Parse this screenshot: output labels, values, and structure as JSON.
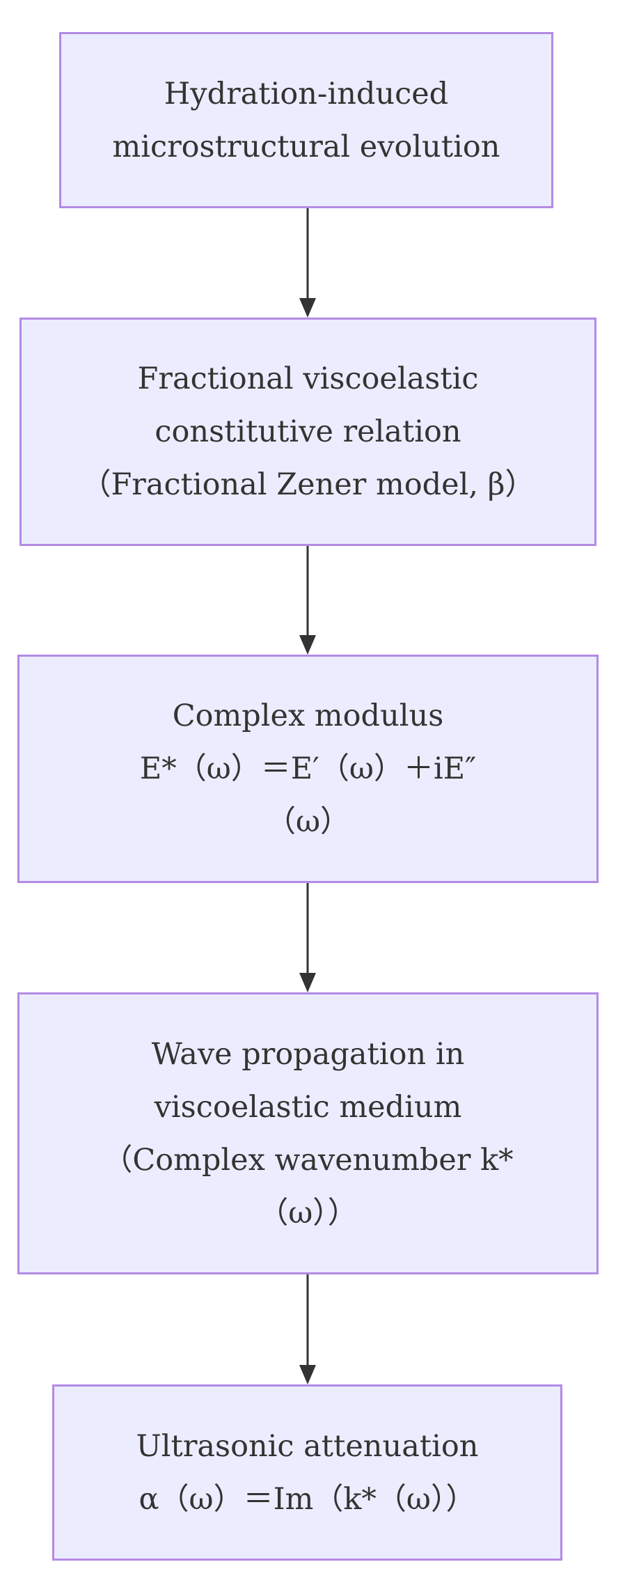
{
  "colors": {
    "node_fill": "#ECECFF",
    "node_border": "#B38AE5",
    "text": "#333333",
    "edge": "#333333"
  },
  "nodes": [
    {
      "lines": [
        "Hydration-induced",
        "microstructural evolution"
      ]
    },
    {
      "lines": [
        "Fractional viscoelastic",
        "constitutive relation",
        "（Fractional Zener model, β）"
      ]
    },
    {
      "lines": [
        "Complex modulus",
        "E*（ω）＝E′（ω）＋iE″",
        "（ω）"
      ]
    },
    {
      "lines": [
        "Wave propagation in",
        "viscoelastic medium",
        "（Complex wavenumber k*",
        "（ω））"
      ]
    },
    {
      "lines": [
        "Ultrasonic attenuation",
        "α（ω）＝Im（k*（ω））"
      ]
    }
  ],
  "edges": [
    {
      "from": 0,
      "to": 1
    },
    {
      "from": 1,
      "to": 2
    },
    {
      "from": 2,
      "to": 3
    },
    {
      "from": 3,
      "to": 4
    }
  ]
}
